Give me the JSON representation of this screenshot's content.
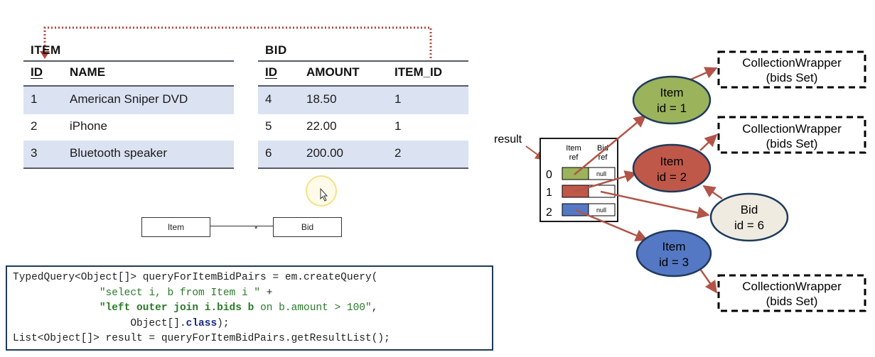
{
  "item_table": {
    "title": "ITEM",
    "headers": [
      "ID",
      "NAME"
    ],
    "rows": [
      [
        "1",
        "American Sniper DVD"
      ],
      [
        "2",
        "iPhone"
      ],
      [
        "3",
        "Bluetooth speaker"
      ]
    ]
  },
  "bid_table": {
    "title": "BID",
    "headers": [
      "ID",
      "AMOUNT",
      "ITEM_ID"
    ],
    "rows": [
      [
        "4",
        "18.50",
        "1"
      ],
      [
        "5",
        "22.00",
        "1"
      ],
      [
        "6",
        "200.00",
        "2"
      ]
    ]
  },
  "uml": {
    "left": "Item",
    "right": "Bid",
    "multiplicity": "*"
  },
  "code": {
    "line1": "TypedQuery<Object[]> queryForItemBidPairs = em.createQuery(",
    "line2_str": "\"select i, b from Item i \"",
    "line2_op": " +",
    "line3_kw": "\"left outer join i.bids b",
    "line3_rest": " on b.amount > 100\"",
    "line3_tail": ",",
    "line4_pre": "Object[].",
    "line4_kw": "class",
    "line4_tail": ");",
    "line5": "List<Object[]> result = queryForItemBidPairs.getResultList();"
  },
  "diagram": {
    "result_label": "result",
    "col_item": [
      "Item",
      "ref"
    ],
    "col_bid": [
      "Bid",
      "ref"
    ],
    "row_indices": [
      "0",
      "1",
      "2"
    ],
    "null_label": "null",
    "nodes": [
      {
        "line1": "Item",
        "line2": "id = 1",
        "color": "#9bb35a"
      },
      {
        "line1": "Item",
        "line2": "id = 2",
        "color": "#c0584a"
      },
      {
        "line1": "Item",
        "line2": "id = 3",
        "color": "#5578c4"
      },
      {
        "line1": "Bid",
        "line2": "id = 6",
        "color": "#efebe1"
      }
    ],
    "wrappers": [
      {
        "line1": "CollectionWrapper",
        "line2": "(bids Set)"
      },
      {
        "line1": "CollectionWrapper",
        "line2": "(bids Set)"
      },
      {
        "line1": "CollectionWrapper",
        "line2": "(bids Set)"
      }
    ],
    "arrow_color": "#b25448",
    "fk_arrow_color": "#b5453a"
  }
}
